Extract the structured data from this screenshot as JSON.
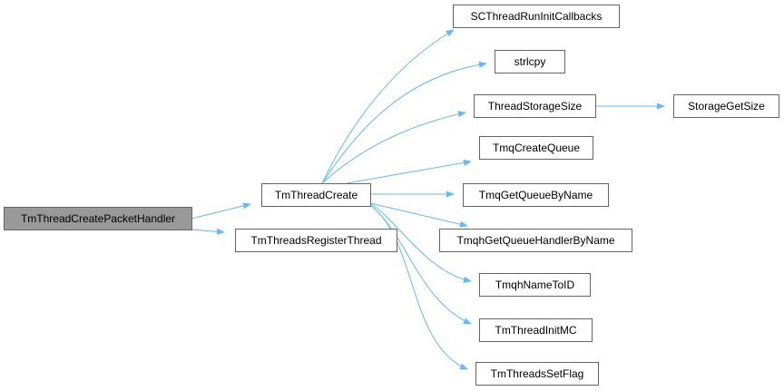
{
  "diagram": {
    "type": "call-graph",
    "colors": {
      "root_fill": "#999999",
      "node_fill": "#ffffff",
      "node_border": "#666666",
      "edge": "#63b8ff"
    },
    "nodes": [
      {
        "id": "n0",
        "label": "TmThreadCreatePacketHandler",
        "root": true
      },
      {
        "id": "n1",
        "label": "TmThreadCreate"
      },
      {
        "id": "n2",
        "label": "TmThreadsRegisterThread"
      },
      {
        "id": "n3",
        "label": "SCThreadRunInitCallbacks"
      },
      {
        "id": "n4",
        "label": "strlcpy"
      },
      {
        "id": "n5",
        "label": "ThreadStorageSize"
      },
      {
        "id": "n6",
        "label": "StorageGetSize"
      },
      {
        "id": "n7",
        "label": "TmqCreateQueue"
      },
      {
        "id": "n8",
        "label": "TmqGetQueueByName"
      },
      {
        "id": "n9",
        "label": "TmqhGetQueueHandlerByName"
      },
      {
        "id": "n10",
        "label": "TmqhNameToID"
      },
      {
        "id": "n11",
        "label": "TmThreadInitMC"
      },
      {
        "id": "n12",
        "label": "TmThreadsSetFlag"
      }
    ],
    "edges": [
      {
        "from": "n0",
        "to": "n1"
      },
      {
        "from": "n0",
        "to": "n2"
      },
      {
        "from": "n1",
        "to": "n3"
      },
      {
        "from": "n1",
        "to": "n4"
      },
      {
        "from": "n1",
        "to": "n5"
      },
      {
        "from": "n5",
        "to": "n6"
      },
      {
        "from": "n1",
        "to": "n7"
      },
      {
        "from": "n1",
        "to": "n8"
      },
      {
        "from": "n1",
        "to": "n9"
      },
      {
        "from": "n1",
        "to": "n10"
      },
      {
        "from": "n1",
        "to": "n11"
      },
      {
        "from": "n1",
        "to": "n12"
      }
    ]
  }
}
